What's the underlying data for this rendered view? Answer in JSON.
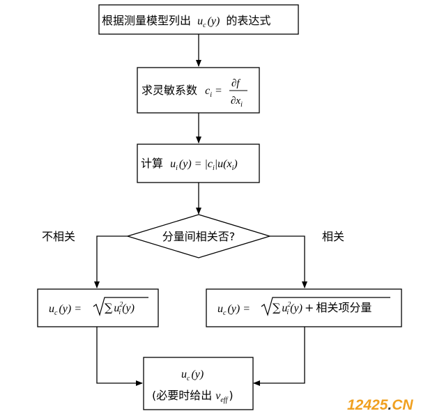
{
  "flowchart": {
    "step1": {
      "text": "根据测量模型列出",
      "formula": "u",
      "formula_sub": "c",
      "formula_arg": "(y)",
      "suffix": "的表达式"
    },
    "step2": {
      "text": "求灵敏系数",
      "formula_lhs": "c",
      "formula_lhs_sub": "i",
      "eq": "=",
      "frac_num": "∂f",
      "frac_den": "∂x",
      "frac_den_sub": "i"
    },
    "step3": {
      "text": "计算",
      "formula": "u",
      "formula_sub": "i",
      "formula_mid": "(y) = |c",
      "formula_mid_sub": "i",
      "formula_tail": "|u(x",
      "formula_tail_sub": "i",
      "formula_end": ")"
    },
    "decision": {
      "text": "分量间相关否?"
    },
    "branch_left": {
      "label": "不相关"
    },
    "branch_right": {
      "label": "相关"
    },
    "left_box": {
      "lhs": "u",
      "lhs_sub": "c",
      "lhs_arg": "(y) =",
      "sigma": "∑",
      "term": "u",
      "term_sup": "2",
      "term_sub": "i",
      "term_arg": "(y)"
    },
    "right_box": {
      "lhs": "u",
      "lhs_sub": "c",
      "lhs_arg": "(y) =",
      "sigma": "∑",
      "term": "u",
      "term_sup": "2",
      "term_sub": "i",
      "term_arg": "(y)",
      "plus": "+",
      "extra": "相关项分量"
    },
    "final_box": {
      "formula": "u",
      "formula_sub": "c",
      "formula_arg": "(y)",
      "note_open": "(必要时给出",
      "note_v": "v",
      "note_v_sub": "eff",
      "note_close": ")"
    }
  },
  "watermark": {
    "text": "12425",
    "dot": ".",
    "cn": "CN"
  },
  "colors": {
    "stroke": "#000000",
    "fill": "#ffffff",
    "watermark_main": "#f0a020",
    "watermark_dot": "#444444"
  }
}
